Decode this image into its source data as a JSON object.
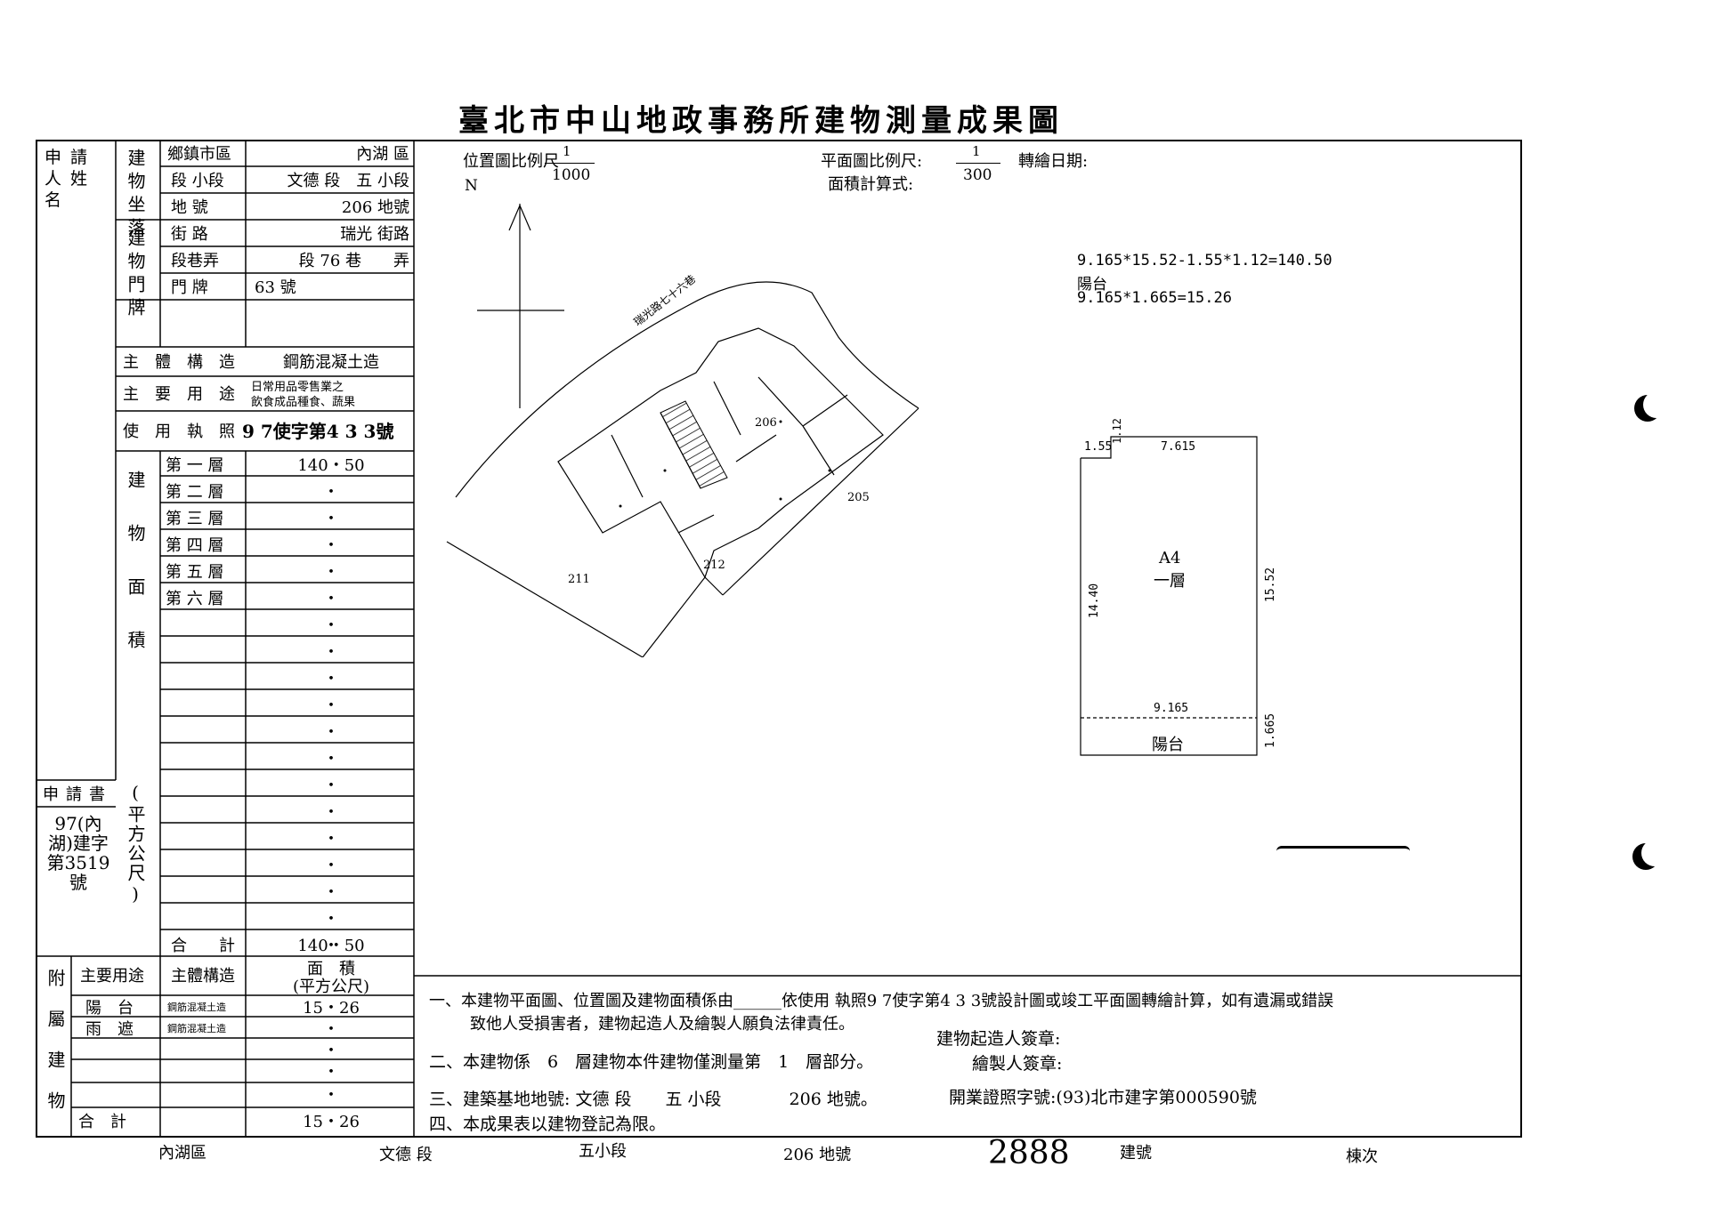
{
  "title": "臺北市中山地政事務所建物測量成果圖",
  "left": {
    "applicant_label": "申請人姓名",
    "location_label": "建物坐落",
    "doorplate_label": "建物門牌",
    "rows": [
      {
        "label": "鄉鎮市區",
        "value": "內湖 區"
      },
      {
        "label": "段 小段",
        "value": "文德 段　五 小段"
      },
      {
        "label": "地 號",
        "value": "206 地號"
      },
      {
        "label": "街 路",
        "value": "瑞光 街路"
      },
      {
        "label": "段巷弄",
        "value": "段 76 巷　　弄"
      },
      {
        "label": "門 牌",
        "value": "63 號"
      }
    ],
    "structure_label": "主　體　構　造",
    "structure_value": "鋼筋混凝土造",
    "use_label": "主　要　用　途",
    "use_value_1": "日常用品零售業之",
    "use_value_2": "飲食成品種食、蔬果",
    "permit_label": "使　用　執　照",
    "permit_value": "9 7使字第4 3 3號",
    "area_label": "建物面積",
    "area_unit": "(平方公尺)",
    "floors": [
      {
        "label": "第 一 層",
        "value": "140・50"
      },
      {
        "label": "第 二 層",
        "value": "・"
      },
      {
        "label": "第 三 層",
        "value": "・"
      },
      {
        "label": "第 四 層",
        "value": "・"
      },
      {
        "label": "第 五 層",
        "value": "・"
      },
      {
        "label": "第 六 層",
        "value": "・"
      }
    ],
    "empty_dot": "・",
    "total_label": "合　　計",
    "total_value": "140・50",
    "application_label": "申請書",
    "application_no": "97(內湖)建字第3519號",
    "annex_label": "附屬建物",
    "annex_headers": [
      "主要用途",
      "主體構造",
      "面　積"
    ],
    "annex_area_unit": "(平方公尺)",
    "annex_rows": [
      {
        "use": "陽　台",
        "struct": "鋼筋混凝土造",
        "area": "15・26"
      },
      {
        "use": "雨　遮",
        "struct": "鋼筋混凝土造",
        "area": "・"
      }
    ],
    "annex_total_label": "合　計",
    "annex_total_value": "15・26"
  },
  "map": {
    "scale_label": "位置圖比例尺",
    "scale_num": "1",
    "scale_den": "1000",
    "north": "N",
    "road": "瑞光路七十六巷",
    "lots": [
      "206",
      "205",
      "211",
      "212"
    ]
  },
  "plan": {
    "scale_label": "平面圖比例尺:",
    "scale_num": "1",
    "scale_den": "300",
    "transfer_date_label": "轉繪日期:",
    "area_formula_label": "面積計算式:",
    "formula_1": "9.165*15.52-1.55*1.12=140.50",
    "formula_2_label": "陽台",
    "formula_2": "9.165*1.665=15.26",
    "dims": {
      "d1": "1.55",
      "d2": "1.12",
      "d3": "7.615",
      "d4": "14.40",
      "d5": "15.52",
      "d6": "9.165",
      "d7": "1.665"
    },
    "unit_name": "A4",
    "unit_floor": "一層",
    "balcony": "陽台"
  },
  "notes": {
    "n1a": "一、本建物平面圖、位置圖及建物面積係由______依使用 執照9 7使字第4 3 3號設計圖或竣工平面圖轉繪計算，如有遺漏或錯誤",
    "n1b": "致他人受損害者，建物起造人及繪製人願負法律責任。",
    "sign1": "建物起造人簽章:",
    "n2": "二、本建物係　6　層建物本件建物僅測量第　1　層部分。",
    "sign2": "繪製人簽章:",
    "n3": "三、建築基地地號: 文德 段　　五 小段　　　　206 地號。",
    "license": "開業證照字號:(93)北市建字第000590號",
    "n4": "四、本成果表以建物登記為限。"
  },
  "footer": {
    "district": "內湖區",
    "section": "文德 段",
    "subsection": "五小段",
    "lot": "206 地號",
    "bldg_no": "2888",
    "bldg_label": "建號",
    "block_label": "棟次"
  }
}
